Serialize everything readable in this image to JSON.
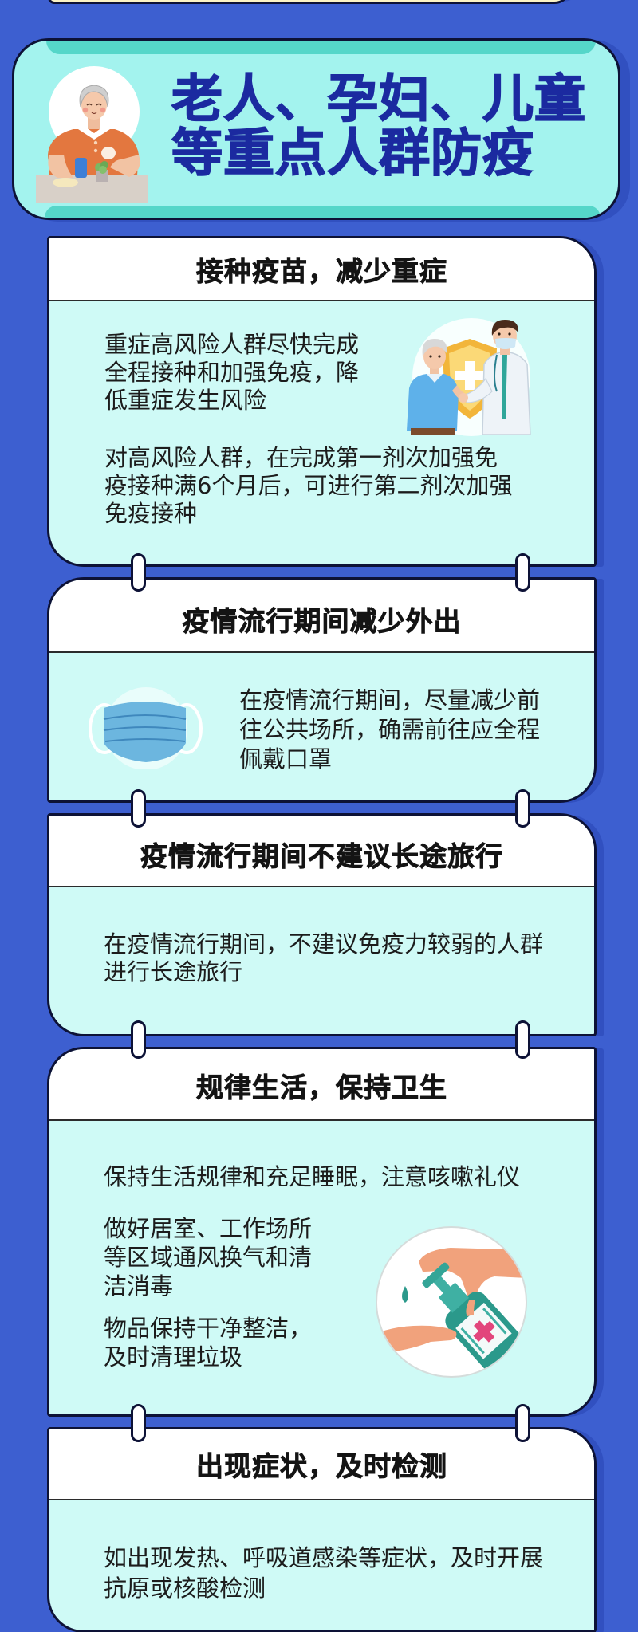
{
  "colors": {
    "page_bg": "#3d5fd0",
    "border": "#0d1236",
    "banner_bg": "#a3f3ee",
    "banner_stripe": "#55d6c9",
    "banner_title": "#1b2aa0",
    "card_header_bg": "#ffffff",
    "card_body_bg": "#cffaf6",
    "top_box_bg": "#fbf3c4",
    "text": "#1c1c1c",
    "title_text": "#141414"
  },
  "banner": {
    "title_lines": [
      "老人、孕妇、儿童",
      "等重点人群防疫"
    ],
    "illustration": "elderly-woman-illustration"
  },
  "cards": [
    {
      "title": "接种疫苗，减少重症",
      "illustration": "doctor-vaccinating-elder-illustration",
      "paragraphs": [
        {
          "lines": [
            "重症高风险人群尽快完成",
            "全程接种和加强免疫，降",
            "低重症发生风险"
          ]
        },
        {
          "lines": [
            "对高风险人群，在完成第一剂次加强免",
            "疫接种满6个月后，可进行第二剂次加强",
            "免疫接种"
          ]
        }
      ]
    },
    {
      "title": "疫情流行期间减少外出",
      "illustration": "face-mask-illustration",
      "paragraphs": [
        {
          "lines": [
            "在疫情流行期间，尽量减少前",
            "往公共场所，确需前往应全程",
            "佩戴口罩"
          ]
        }
      ]
    },
    {
      "title": "疫情流行期间不建议长途旅行",
      "paragraphs": [
        {
          "lines": [
            "在疫情流行期间，不建议免疫力较弱的人群",
            "进行长途旅行"
          ]
        }
      ]
    },
    {
      "title": "规律生活，保持卫生",
      "illustration": "hand-sanitizer-illustration",
      "paragraphs": [
        {
          "lines": [
            "保持生活规律和充足睡眠，注意咳嗽礼仪"
          ]
        },
        {
          "lines": [
            "做好居室、工作场所",
            "等区域通风换气和清",
            "洁消毒"
          ]
        },
        {
          "lines": [
            "物品保持干净整洁，",
            "及时清理垃圾"
          ]
        }
      ]
    },
    {
      "title": "出现症状，及时检测",
      "paragraphs": [
        {
          "lines": [
            "如出现发热、呼吸道感染等症状，及时开展",
            "抗原或核酸检测"
          ]
        }
      ]
    }
  ]
}
